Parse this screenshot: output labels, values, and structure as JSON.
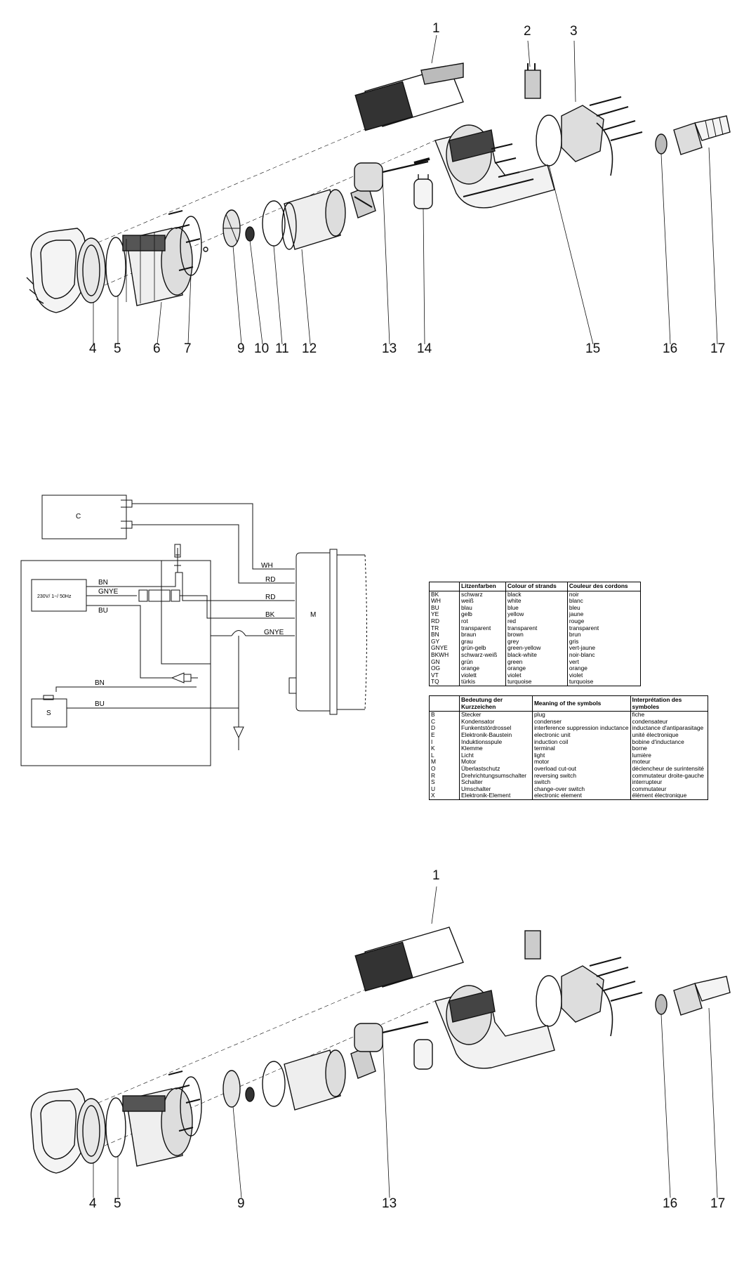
{
  "top_diagram": {
    "callouts": [
      "1",
      "2",
      "3",
      "4",
      "5",
      "6",
      "7",
      "9",
      "10",
      "11",
      "12",
      "13",
      "14",
      "15",
      "16",
      "17"
    ]
  },
  "bottom_diagram": {
    "callouts": [
      "1",
      "4",
      "5",
      "9",
      "13",
      "16",
      "17"
    ]
  },
  "wiring": {
    "capacitor_label": "C",
    "supply_label": "230V/ 1~/ 50Hz",
    "motor_label": "M",
    "switch_label": "S",
    "wire_labels": [
      "WH",
      "RD",
      "RD",
      "BK",
      "GNYE",
      "BN",
      "GNYE",
      "BU",
      "BN",
      "BU"
    ]
  },
  "colour_table": {
    "headers": [
      "",
      "Litzenfarben",
      "Colour of strands",
      "Couleur des cordons"
    ],
    "rows": [
      [
        "BK",
        "schwarz",
        "black",
        "noir"
      ],
      [
        "WH",
        "weiß",
        "white",
        "blanc"
      ],
      [
        "BU",
        "blau",
        "blue",
        "bleu"
      ],
      [
        "YE",
        "gelb",
        "yellow",
        "jaune"
      ],
      [
        "RD",
        "rot",
        "red",
        "rouge"
      ],
      [
        "TR",
        "transparent",
        "transparent",
        "transparent"
      ],
      [
        "BN",
        "braun",
        "brown",
        "brun"
      ],
      [
        "GY",
        "grau",
        "grey",
        "gris"
      ],
      [
        "GNYE",
        "grün-gelb",
        "green-yellow",
        "vert-jaune"
      ],
      [
        "BKWH",
        "schwarz-weiß",
        "black-white",
        "noir-blanc"
      ],
      [
        "GN",
        "grün",
        "green",
        "vert"
      ],
      [
        "OG",
        "orange",
        "orange",
        "orange"
      ],
      [
        "VT",
        "violett",
        "violet",
        "violet"
      ],
      [
        "TQ",
        "türkis",
        "turquoise",
        "turquoise"
      ]
    ]
  },
  "symbol_table": {
    "headers": [
      "",
      "Bedeutung der Kurzzeichen",
      "Meaning of the symbols",
      "Interprétation des symboles"
    ],
    "rows": [
      [
        "B",
        "Stecker",
        "plug",
        "fiche"
      ],
      [
        "C",
        "Kondensator",
        "condenser",
        "condensateur"
      ],
      [
        "D",
        "Funkentstördrossel",
        "interference suppression inductance",
        "inductance d'antiparasitage"
      ],
      [
        "E",
        "Elektronik-Baustein",
        "electronic unit",
        "unité électronique"
      ],
      [
        "I",
        "Induktionsspule",
        "induction coil",
        "bobine d'inductance"
      ],
      [
        "K",
        "Klemme",
        "terminal",
        "borne"
      ],
      [
        "L",
        "Licht",
        "light",
        "lumière"
      ],
      [
        "M",
        "Motor",
        "motor",
        "moteur"
      ],
      [
        "O",
        "Überlastschutz",
        "overload cut-out",
        "déclencheur de surintensité"
      ],
      [
        "R",
        "Drehrichtungsumschalter",
        "reversing switch",
        "commutateur droite-gauche"
      ],
      [
        "S",
        "Schalter",
        "switch",
        "interrupteur"
      ],
      [
        "U",
        "Umschalter",
        "change-over switch",
        "commutateur"
      ],
      [
        "X",
        "Elektronik-Element",
        "electronic element",
        "élément électronique"
      ]
    ]
  }
}
